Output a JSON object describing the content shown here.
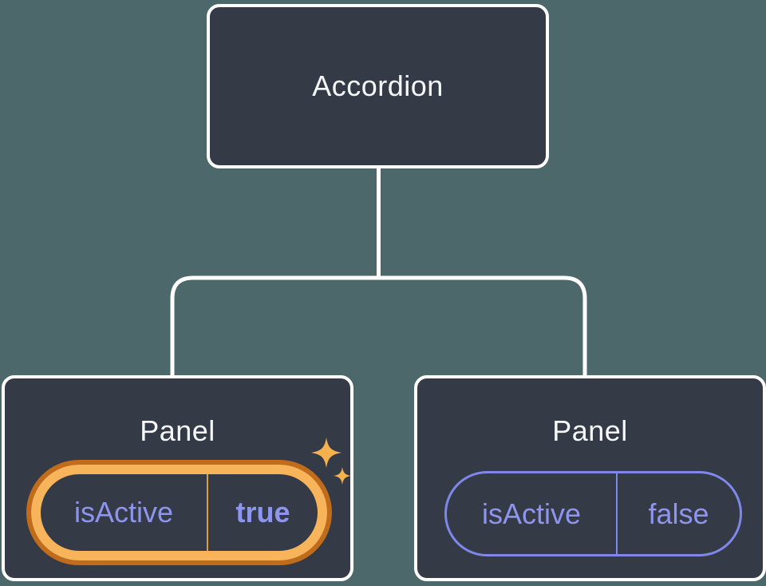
{
  "diagram": {
    "description": "React component tree showing state ownership",
    "colors": {
      "background": "#4d686b",
      "box_fill": "#343a46",
      "box_border": "#ffffff",
      "title_text": "#f6f7f9",
      "state_text": "#8d95ee",
      "pill_border": "#7e88e8",
      "highlight_gold": "#f8b45b",
      "highlight_orange": "#c06c1b",
      "divider_gold": "#dd9c45",
      "sparkle": "#f5b14e"
    },
    "icons": {
      "sparkles": "✦"
    },
    "tree": {
      "root": {
        "label": "Accordion"
      },
      "children": [
        {
          "label": "Panel",
          "state": {
            "key": "isActive",
            "value": "true"
          },
          "highlighted": true
        },
        {
          "label": "Panel",
          "state": {
            "key": "isActive",
            "value": "false"
          },
          "highlighted": false
        }
      ]
    }
  }
}
